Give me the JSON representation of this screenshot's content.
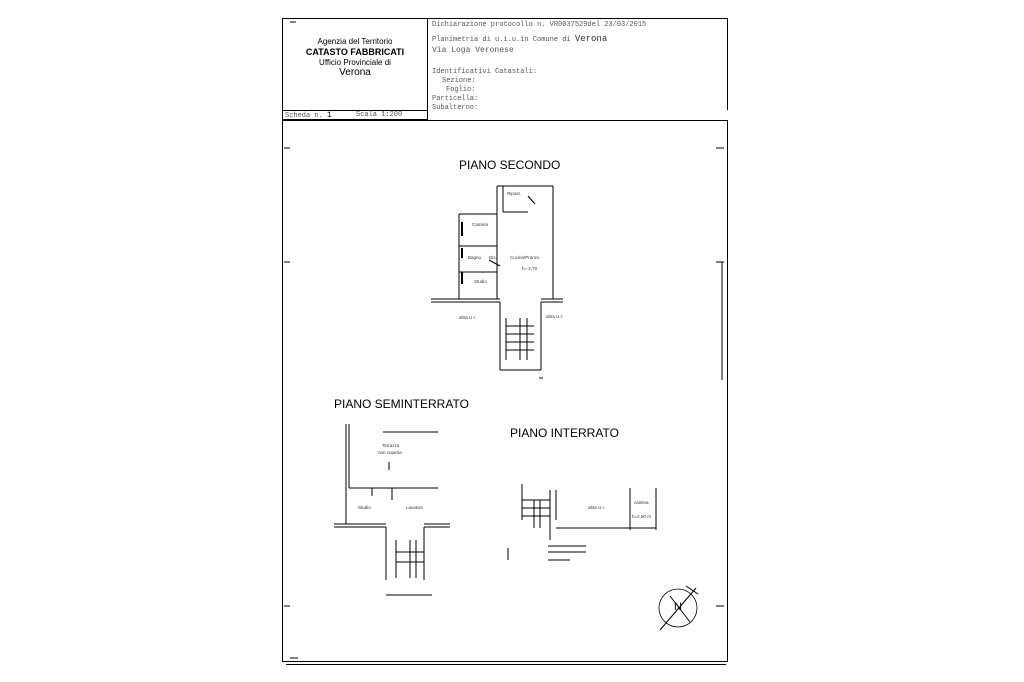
{
  "header": {
    "agency_line1": "Agenzia del Territorio",
    "agency_line2": "CATASTO FABBRICATI",
    "agency_line3": "Ufficio Provinciale di",
    "agency_city": "Verona",
    "decl_line": "Dichiarazione protocollo n. VR0037529del 23/03/2015",
    "planimetry_line": "Planimetria di u.i.u.in Comune di",
    "planimetry_city": "Verona",
    "address": "Via Loga Veronese",
    "cad_title": "Identificativi Catastali:",
    "cad_section": "Sezione:",
    "cad_sheet": "Foglio:",
    "cad_parcel": "Particella:",
    "cad_sub": "Subalterno:",
    "scheda_label": "Scheda n.",
    "scheda_value": "1",
    "scala_label": "Scala 1:",
    "scala_value": "200"
  },
  "floors": {
    "secondo": {
      "title": "PIANO SECONDO",
      "rooms": [
        "Camera",
        "Ripost.",
        "Bagno",
        "Dis.",
        "Cucina/Pranzo",
        "Studio",
        "h= 2,70",
        "altra U.I.",
        "altra U.I."
      ]
    },
    "seminterrato": {
      "title": "PIANO SEMINTERRATO",
      "rooms": [
        "Terrazza",
        "non coperta",
        "Studio",
        "Lavatoio"
      ]
    },
    "interrato": {
      "title": "PIANO INTERRATO",
      "rooms": [
        "altra U.I.",
        "cantina",
        "h=2,50 m"
      ]
    }
  },
  "north_label": "N"
}
